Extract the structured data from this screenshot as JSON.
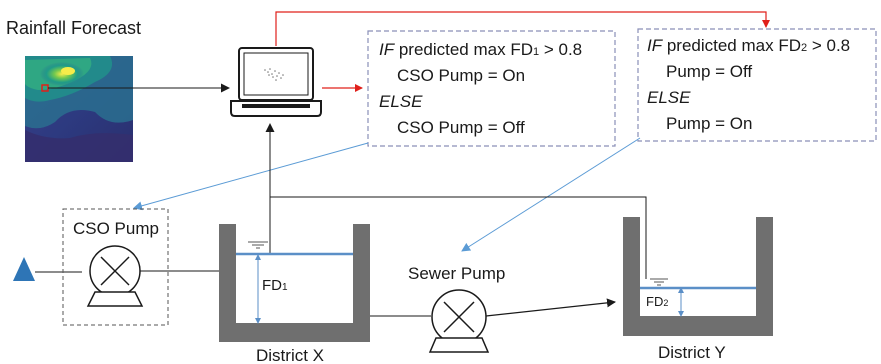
{
  "rainfall": {
    "title": "Rainfall Forecast"
  },
  "rule1": {
    "line1_if": "IF",
    "line1_rest": " predicted max FD",
    "line1_sub": "1",
    "line1_end": " > 0.8",
    "line2": "CSO Pump = On",
    "line3": "ELSE",
    "line4": "CSO Pump = Off"
  },
  "rule2": {
    "line1_if": "IF",
    "line1_rest": " predicted max FD",
    "line1_sub": "2",
    "line1_end": " > 0.8",
    "line2": "Pump = Off",
    "line3": "ELSE",
    "line4": "Pump = On"
  },
  "cso_pump": {
    "label": "CSO Pump"
  },
  "sewer_pump": {
    "label": "Sewer Pump"
  },
  "district_x": {
    "label": "District X",
    "fd_main": "FD",
    "fd_sub": "1"
  },
  "district_y": {
    "label": "District Y",
    "fd_main": "FD",
    "fd_sub": "2"
  },
  "colors": {
    "signal_red": "#e0201b",
    "link_blue": "#5b9bd5",
    "water": "#5b8fc7",
    "tank": "#6f6f6f",
    "dashed": "#8a8fb8"
  }
}
